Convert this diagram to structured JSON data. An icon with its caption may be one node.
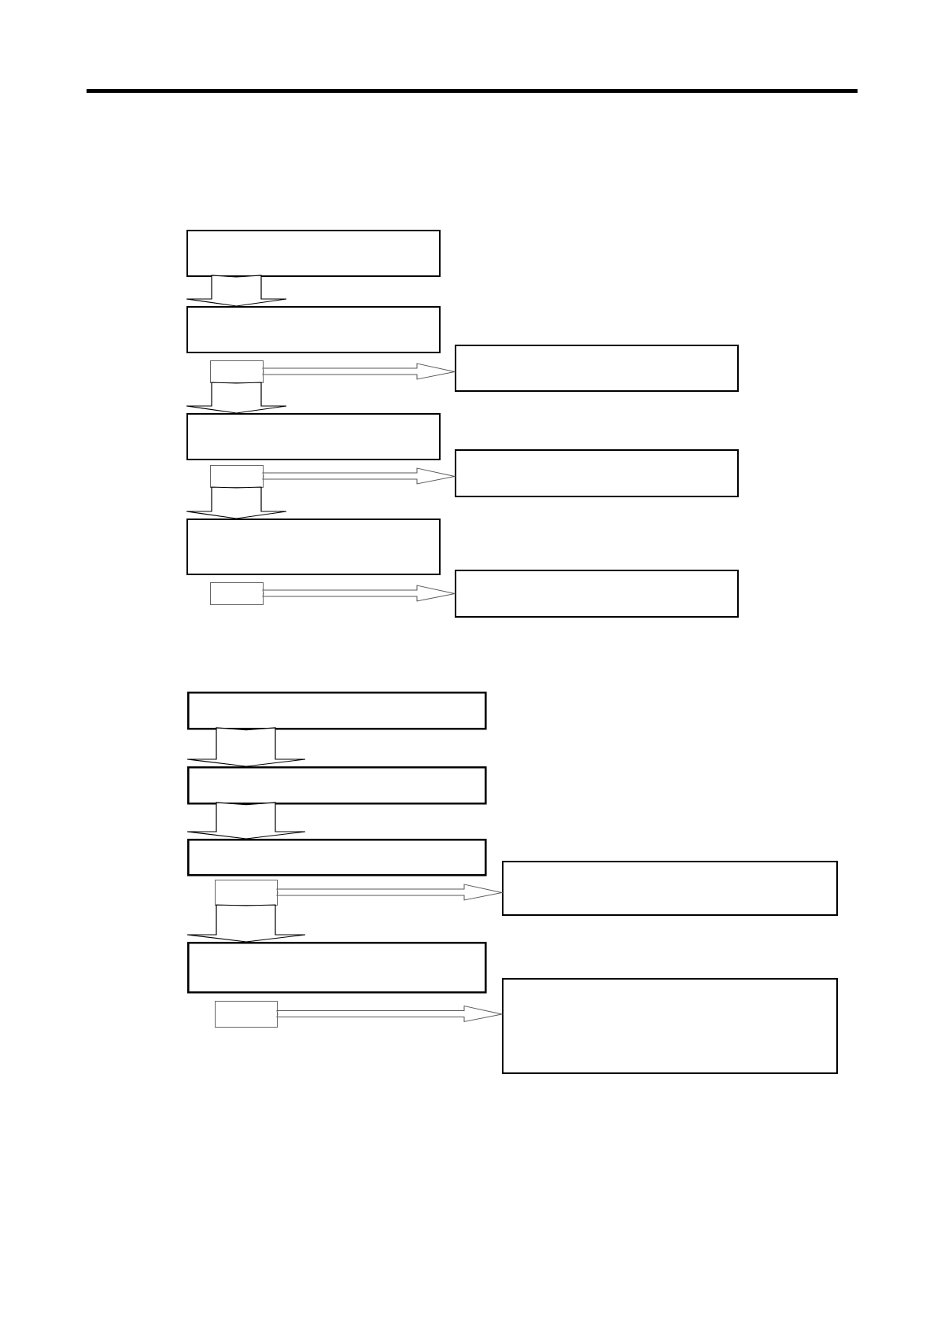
{
  "diagram": {
    "nodes": [
      {
        "text": [],
        "shape": "box"
      },
      {
        "text": [],
        "shape": "box"
      },
      {
        "text": [],
        "shape": "box"
      },
      {
        "text": [],
        "shape": "box"
      },
      {
        "text": [],
        "shape": "box"
      },
      {
        "text": [],
        "shape": "box"
      },
      {
        "text": [],
        "shape": "box"
      },
      {
        "text": [],
        "shape": "box"
      },
      {
        "text": [],
        "shape": "box"
      },
      {
        "text": [],
        "shape": "box"
      },
      {
        "text": [],
        "shape": "box"
      },
      {
        "text": [],
        "shape": "box"
      },
      {
        "text": [],
        "shape": "box"
      },
      {
        "text": [],
        "shape": "box"
      },
      {
        "text": [],
        "shape": "box"
      },
      {
        "text": [],
        "shape": "box"
      },
      {
        "text": [],
        "shape": "box"
      },
      {
        "text": [],
        "shape": "box"
      }
    ],
    "edges": [
      {
        "from": 0,
        "to": 1,
        "arrow": "to"
      },
      {
        "from": 2,
        "to": 4,
        "arrow": "to"
      },
      {
        "from": 5,
        "to": 7,
        "arrow": "to"
      },
      {
        "from": 2,
        "to": 3,
        "arrow": "to"
      },
      {
        "from": 5,
        "to": 6,
        "arrow": "to"
      },
      {
        "from": 8,
        "to": 9,
        "arrow": "to"
      },
      {
        "from": 10,
        "to": 11,
        "arrow": "to"
      },
      {
        "from": 11,
        "to": 12,
        "arrow": "to"
      },
      {
        "from": 13,
        "to": 15,
        "arrow": "to"
      },
      {
        "from": 13,
        "to": 14,
        "arrow": "to"
      },
      {
        "from": 16,
        "to": 17,
        "arrow": "to"
      }
    ]
  }
}
